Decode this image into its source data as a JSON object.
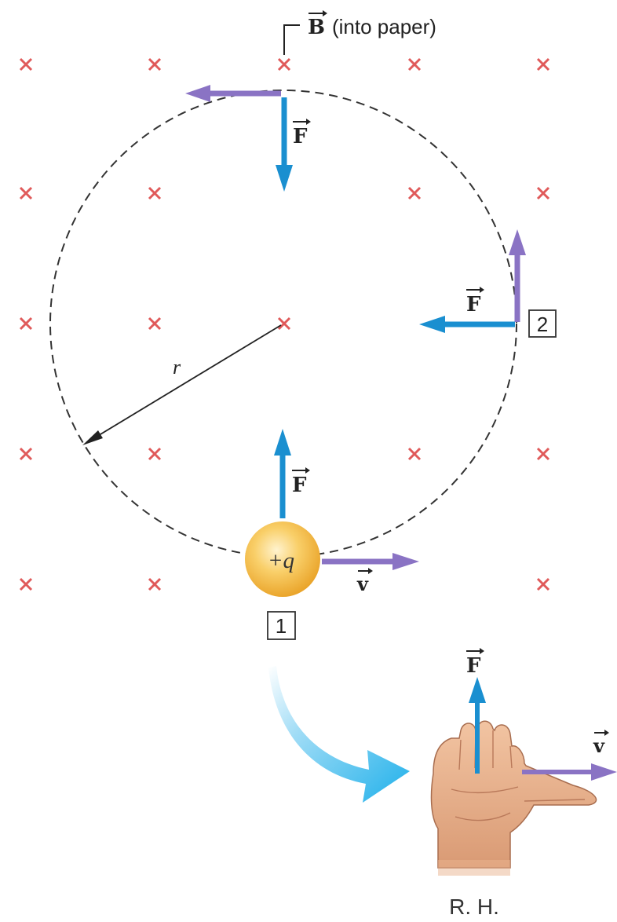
{
  "field": {
    "symbol": "B",
    "caption": "(into paper)",
    "marker_color": "#e05a5a"
  },
  "labels": {
    "force": "F",
    "velocity": "v",
    "radius": "r",
    "charge": "+q",
    "position_1": "1",
    "position_2": "2",
    "right_hand": "R. H."
  },
  "colors": {
    "force": "#1a8fd0",
    "velocity": "#8a73c4",
    "path": "#333333",
    "charge": "#f4b43a",
    "curved_arrow": "#3bb6e8",
    "hand": "#e9b48f"
  }
}
